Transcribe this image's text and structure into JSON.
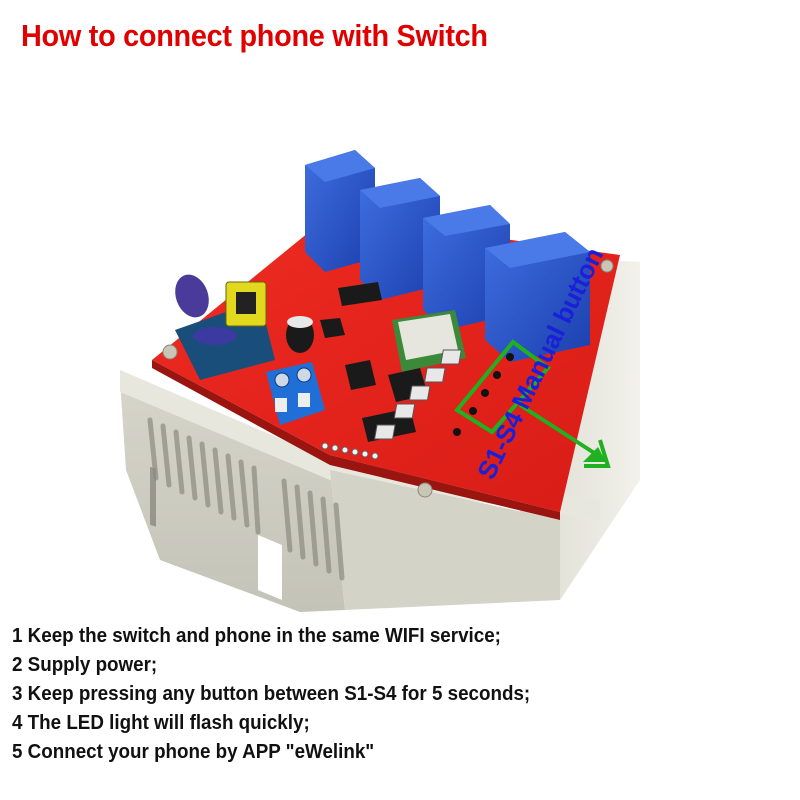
{
  "title": {
    "text": "How to connect phone with Switch",
    "color": "#e00000"
  },
  "product": {
    "name": "4-channel WiFi relay switch board",
    "relay_count": 4,
    "colors": {
      "pcb": "#e5221c",
      "relay": "#2a56c8",
      "terminal": "#1f6fd6",
      "enclosure": "#d9d8cc",
      "highlight": "#1fb11f"
    }
  },
  "callout": {
    "label": "S1-S4 Manual button",
    "label_color": "#1a20d8",
    "box_color": "#1fb11f",
    "arrow_color": "#1fb11f"
  },
  "steps": [
    {
      "text": "1 Keep the switch and phone in the same WIFI service;"
    },
    {
      "text": "2 Supply power;"
    },
    {
      "text": "3 Keep pressing any button between S1-S4 for 5 seconds;"
    },
    {
      "text": "4 The LED light will flash quickly;"
    },
    {
      "text": "5 Connect your phone by APP \"eWelink\""
    }
  ]
}
